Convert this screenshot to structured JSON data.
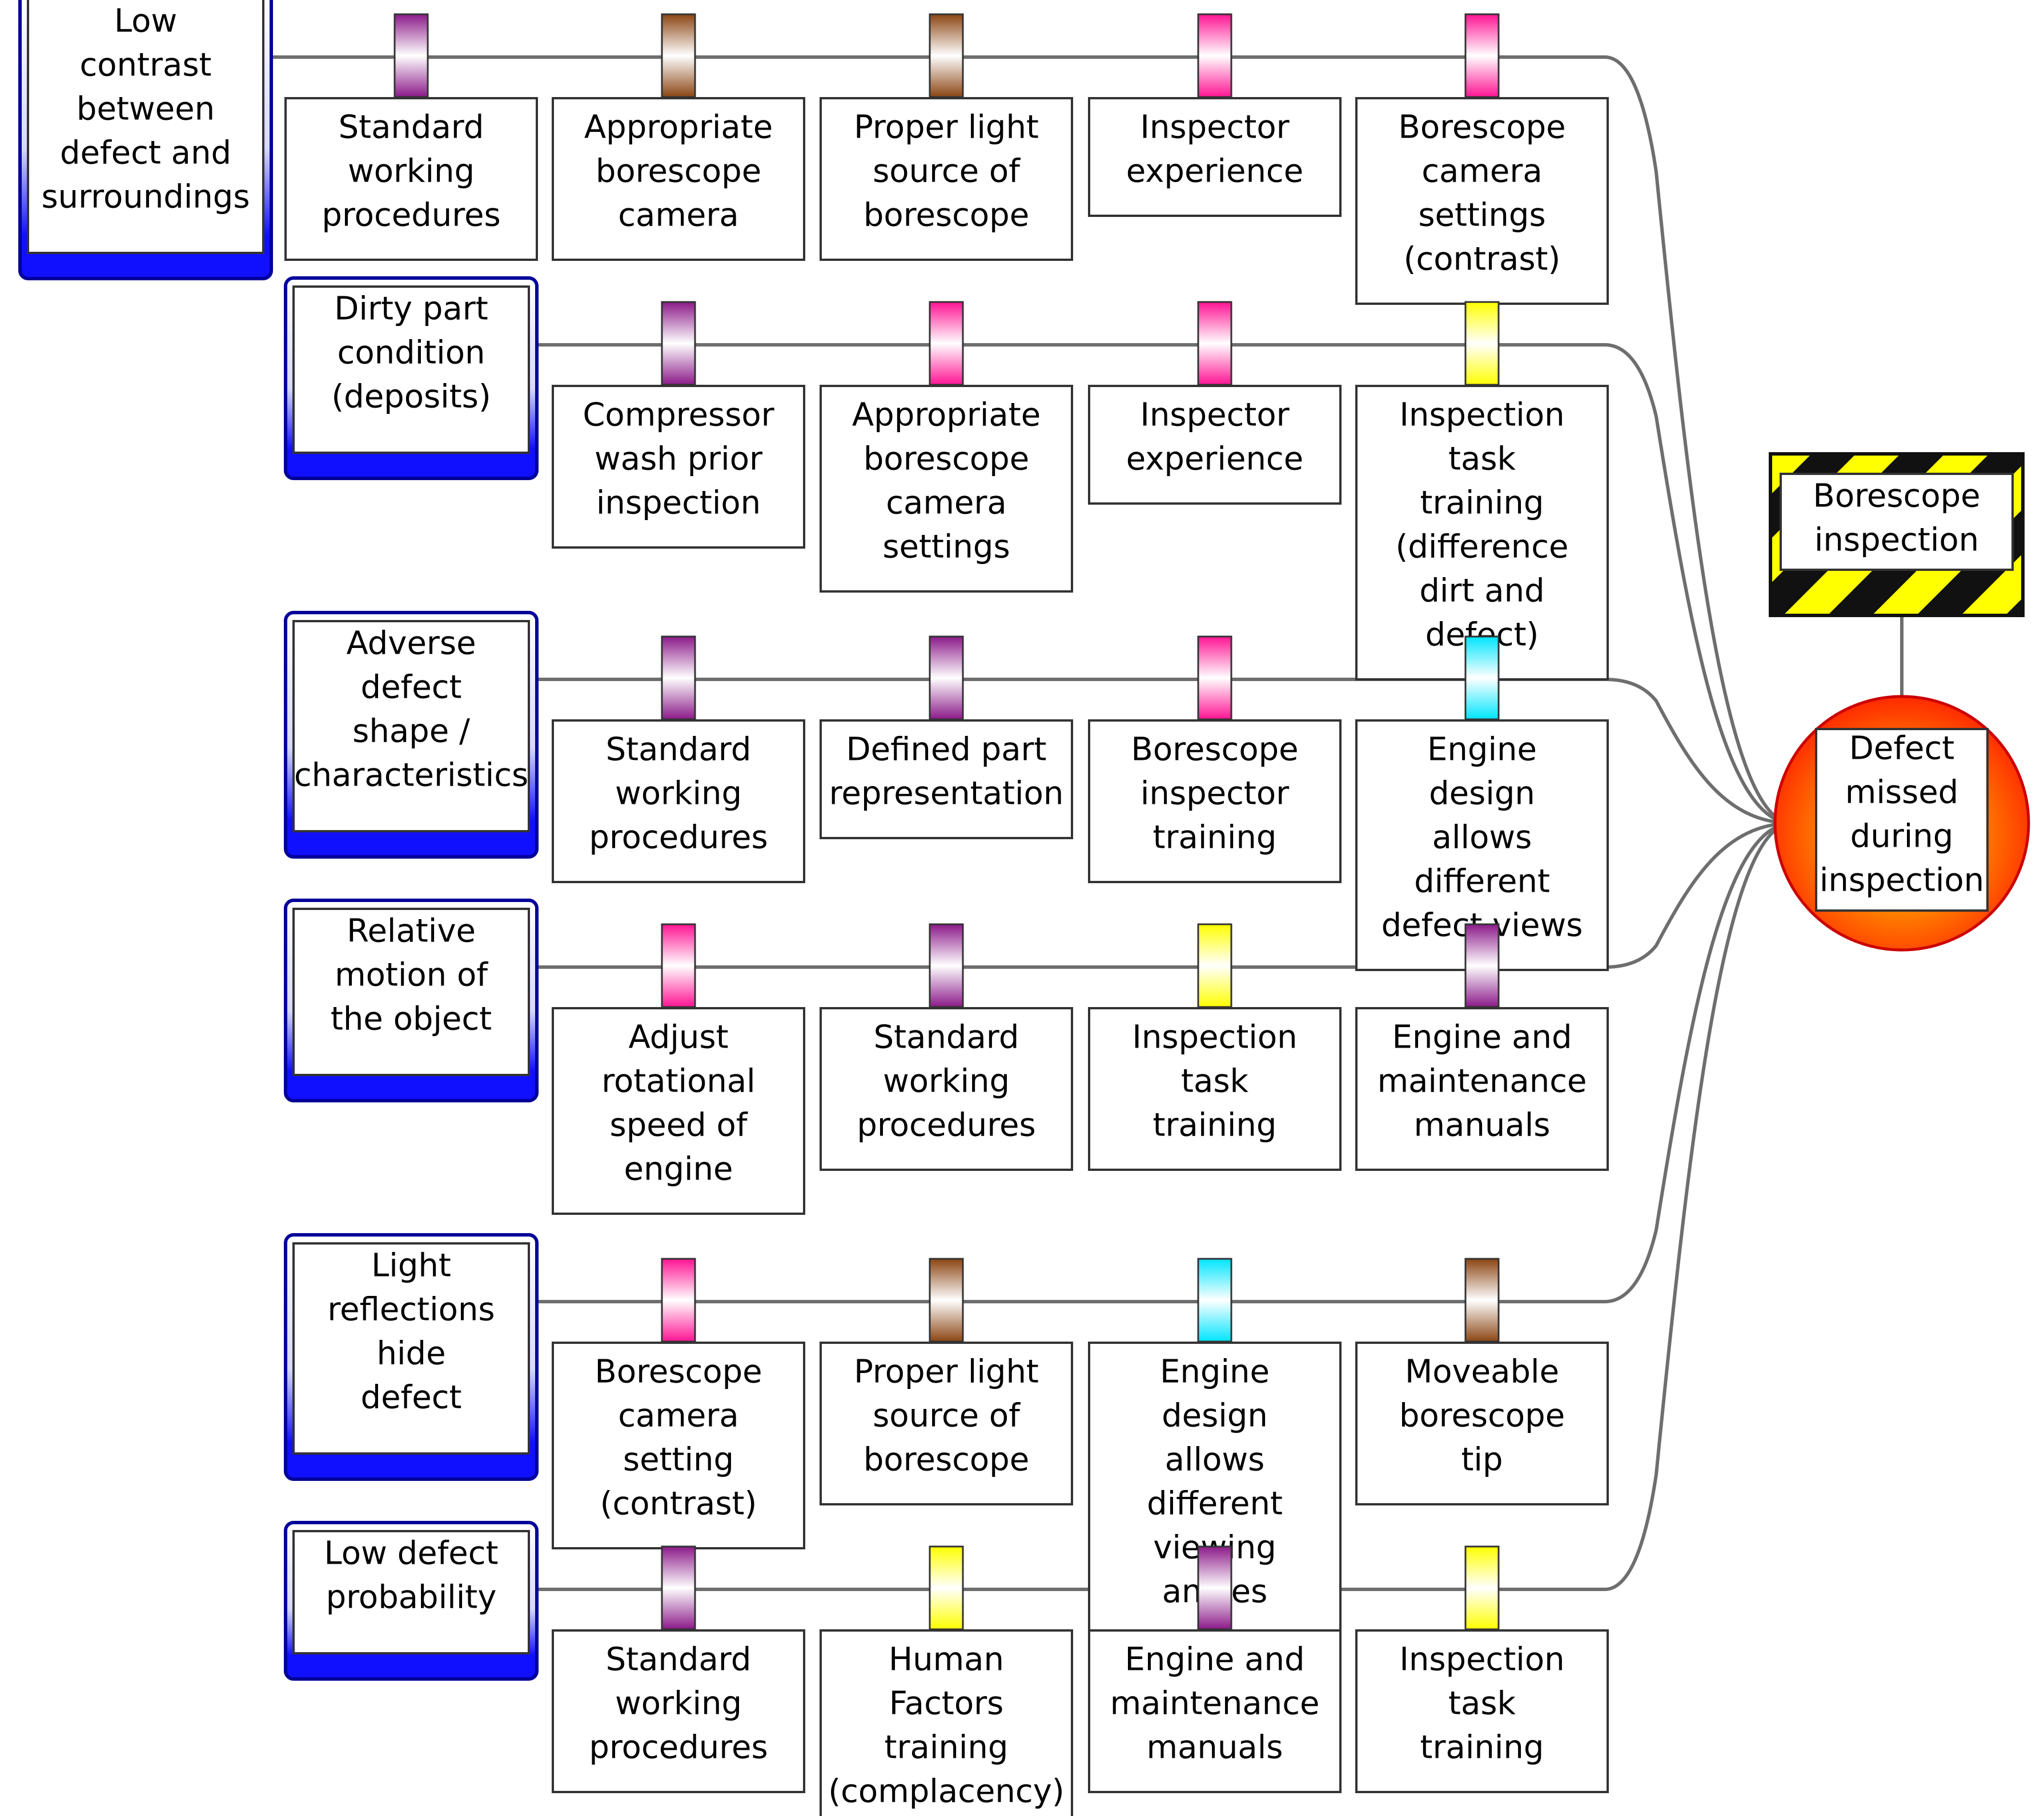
{
  "colors": {
    "purple": "#8B1A89",
    "brown": "#8B4513",
    "pink": "#FF1493",
    "yellow": "#FFFF00",
    "cyan": "#00E5FF",
    "blue": "#1010FF",
    "line": "#6E6E6E",
    "top_event_fill": "#FF2A00",
    "hazard_stripe_a": "#FFFF00",
    "hazard_stripe_b": "#111111"
  },
  "hazard": {
    "label": "Borescope inspection"
  },
  "top_event": {
    "label": "Defect missed during inspection"
  },
  "threats": [
    {
      "label": "Low contrast between defect and surroundings",
      "barriers": [
        {
          "label": "Standard working procedures",
          "color": "purple"
        },
        {
          "label": "Appropriate borescope camera",
          "color": "brown"
        },
        {
          "label": "Proper light source of borescope",
          "color": "brown"
        },
        {
          "label": "Inspector experience",
          "color": "pink"
        },
        {
          "label": "Borescope camera settings (contrast)",
          "color": "pink"
        }
      ]
    },
    {
      "label": "Dirty part condition (deposits)",
      "barriers": [
        {
          "label": "Compressor wash prior inspection",
          "color": "purple"
        },
        {
          "label": "Appropriate borescope camera settings",
          "color": "pink"
        },
        {
          "label": "Inspector experience",
          "color": "pink"
        },
        {
          "label": "Inspection task training (difference dirt and defect)",
          "color": "yellow"
        }
      ]
    },
    {
      "label": "Adverse defect shape / characteristics",
      "barriers": [
        {
          "label": "Standard working procedures",
          "color": "purple"
        },
        {
          "label": "Defined part representation",
          "color": "purple"
        },
        {
          "label": "Borescope inspector training",
          "color": "pink"
        },
        {
          "label": "Engine design allows different defect views",
          "color": "cyan"
        }
      ]
    },
    {
      "label": "Relative motion of the object",
      "barriers": [
        {
          "label": "Adjust rotational speed of engine",
          "color": "pink"
        },
        {
          "label": "Standard working procedures",
          "color": "purple"
        },
        {
          "label": "Inspection task training",
          "color": "yellow"
        },
        {
          "label": "Engine and maintenance manuals",
          "color": "purple"
        }
      ]
    },
    {
      "label": "Light reflections hide defect",
      "barriers": [
        {
          "label": "Borescope camera setting (contrast)",
          "color": "pink"
        },
        {
          "label": "Proper light source of borescope",
          "color": "brown"
        },
        {
          "label": "Engine design allows different viewing angles",
          "color": "cyan"
        },
        {
          "label": "Moveable borescope tip",
          "color": "brown"
        }
      ]
    },
    {
      "label": "Low defect probability",
      "barriers": [
        {
          "label": "Standard working procedures",
          "color": "purple"
        },
        {
          "label": "Human Factors training (complacency)",
          "color": "yellow"
        },
        {
          "label": "Engine and maintenance manuals",
          "color": "purple"
        },
        {
          "label": "Inspection task training",
          "color": "yellow"
        }
      ]
    }
  ]
}
